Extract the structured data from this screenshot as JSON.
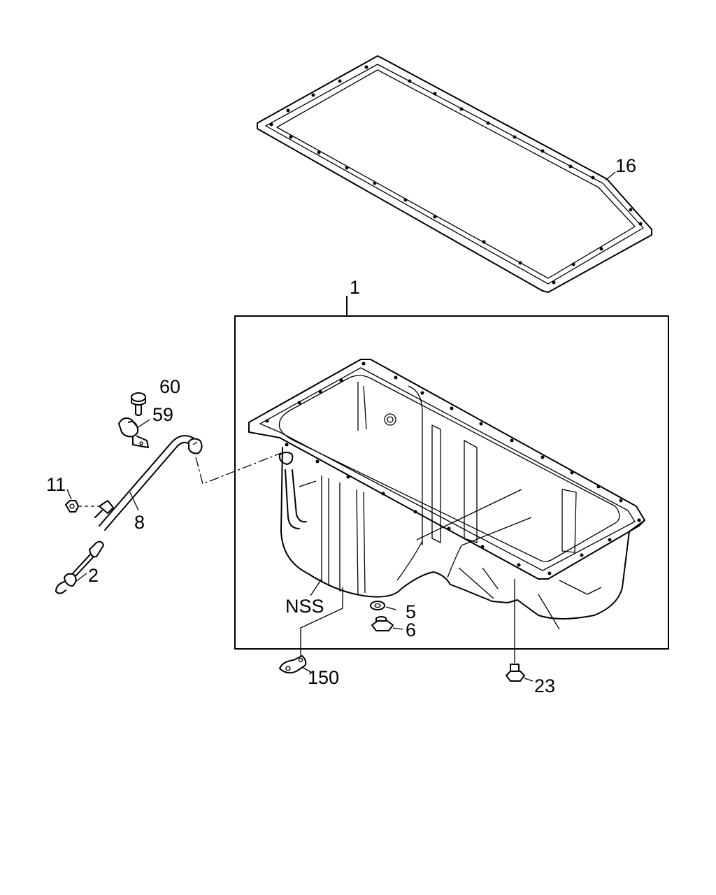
{
  "callouts": {
    "oil_pan": "1",
    "oil_pan_gasket": "16",
    "bolt_top": "60",
    "clip": "59",
    "nut": "11",
    "dipstick_guide_tube": "8",
    "dipstick": "2",
    "nss": "NSS",
    "washer": "5",
    "drain_plug": "6",
    "bracket": "150",
    "bolt_pan": "23"
  }
}
